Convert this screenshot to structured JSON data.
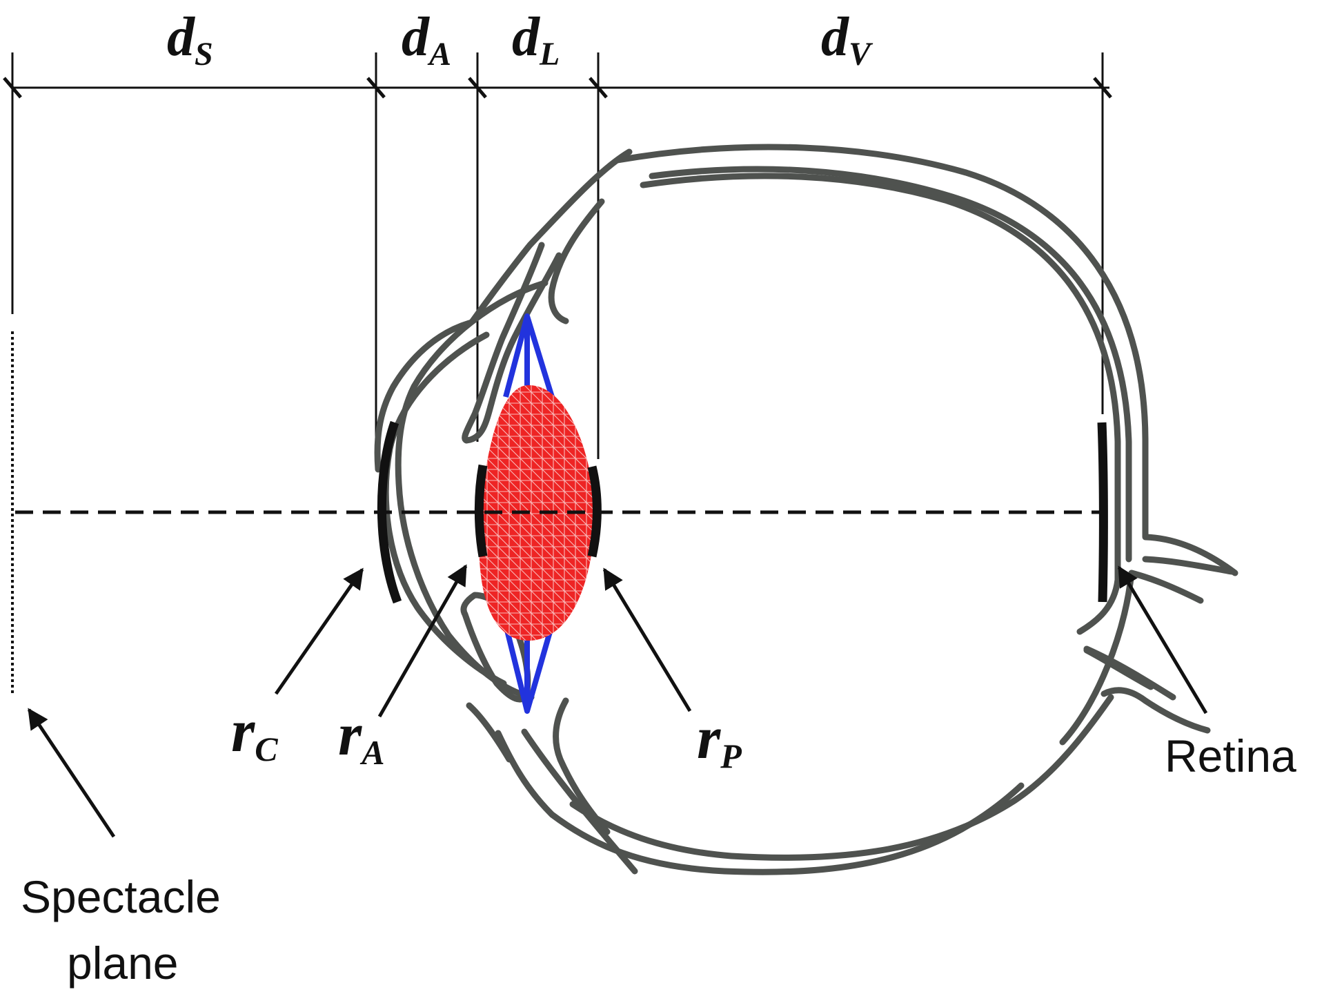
{
  "distances": [
    {
      "id": "ds",
      "symbol": "d",
      "subscript": "S"
    },
    {
      "id": "da",
      "symbol": "d",
      "subscript": "A"
    },
    {
      "id": "dl",
      "symbol": "d",
      "subscript": "L"
    },
    {
      "id": "dv",
      "symbol": "d",
      "subscript": "V"
    }
  ],
  "radii": [
    {
      "id": "rc",
      "symbol": "r",
      "subscript": "C"
    },
    {
      "id": "ra",
      "symbol": "r",
      "subscript": "A"
    },
    {
      "id": "rp",
      "symbol": "r",
      "subscript": "P"
    }
  ],
  "labels": {
    "retina": "Retina",
    "spectacle_line1": "Spectacle",
    "spectacle_line2": "plane"
  },
  "colors": {
    "eye_outline": "#4f524f",
    "lens_fill": "#ee2424",
    "lens_mesh": "#ffffff",
    "zonule": "#2233dd",
    "annotation": "#111111"
  }
}
